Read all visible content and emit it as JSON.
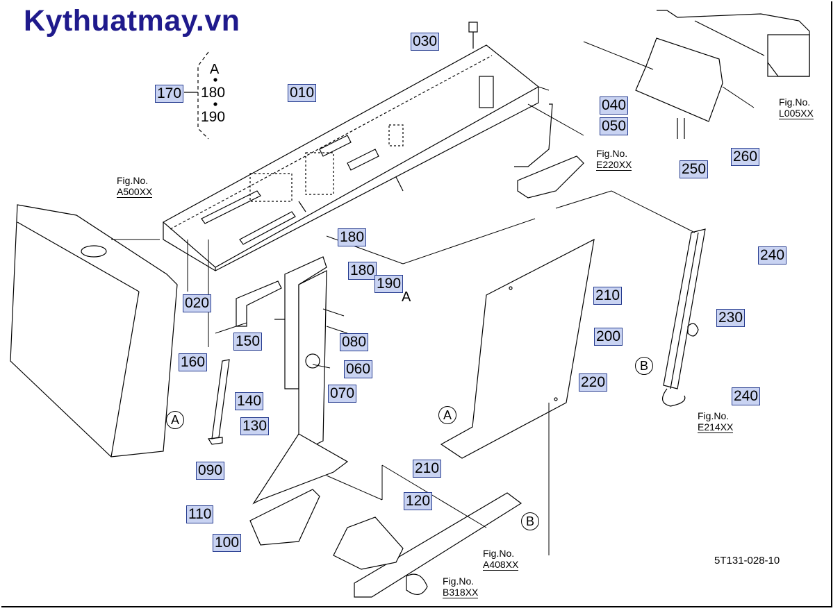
{
  "brand": "Kythuatmay.vn",
  "doc_id": "5T131-028-10",
  "group_marks": {
    "a": "A",
    "p180": "180",
    "p190": "190"
  },
  "callouts": {
    "p030": "030",
    "p010": "010",
    "p170": "170",
    "p040": "040",
    "p050": "050",
    "p250": "250",
    "p260": "260",
    "p020": "020",
    "p180a": "180",
    "p180b": "180",
    "p190": "190",
    "p150": "150",
    "p160": "160",
    "p080": "080",
    "p060": "060",
    "p140": "140",
    "p130": "130",
    "p070": "070",
    "p090": "090",
    "p110": "110",
    "p100": "100",
    "p120": "120",
    "p210a": "210",
    "p200": "200",
    "p220": "220",
    "p210b": "210",
    "p240a": "240",
    "p230": "230",
    "p240b": "240"
  },
  "fig_refs": {
    "l005": {
      "prefix": "Fig.No.",
      "code": "L005XX"
    },
    "e220": {
      "prefix": "Fig.No.",
      "code": "E220XX"
    },
    "a500": {
      "prefix": "Fig.No.",
      "code": "A500XX"
    },
    "e214": {
      "prefix": "Fig.No.",
      "code": "E214XX"
    },
    "a408": {
      "prefix": "Fig.No.",
      "code": "A408XX"
    },
    "b318": {
      "prefix": "Fig.No.",
      "code": "B318XX"
    }
  },
  "connectors": {
    "a1": "A",
    "a2": "A",
    "a3": "A",
    "b1": "B",
    "b2": "B"
  },
  "colors": {
    "brand": "#1f1a8c",
    "callout_fill": "#c9d3f2",
    "callout_border": "#243a8e"
  }
}
